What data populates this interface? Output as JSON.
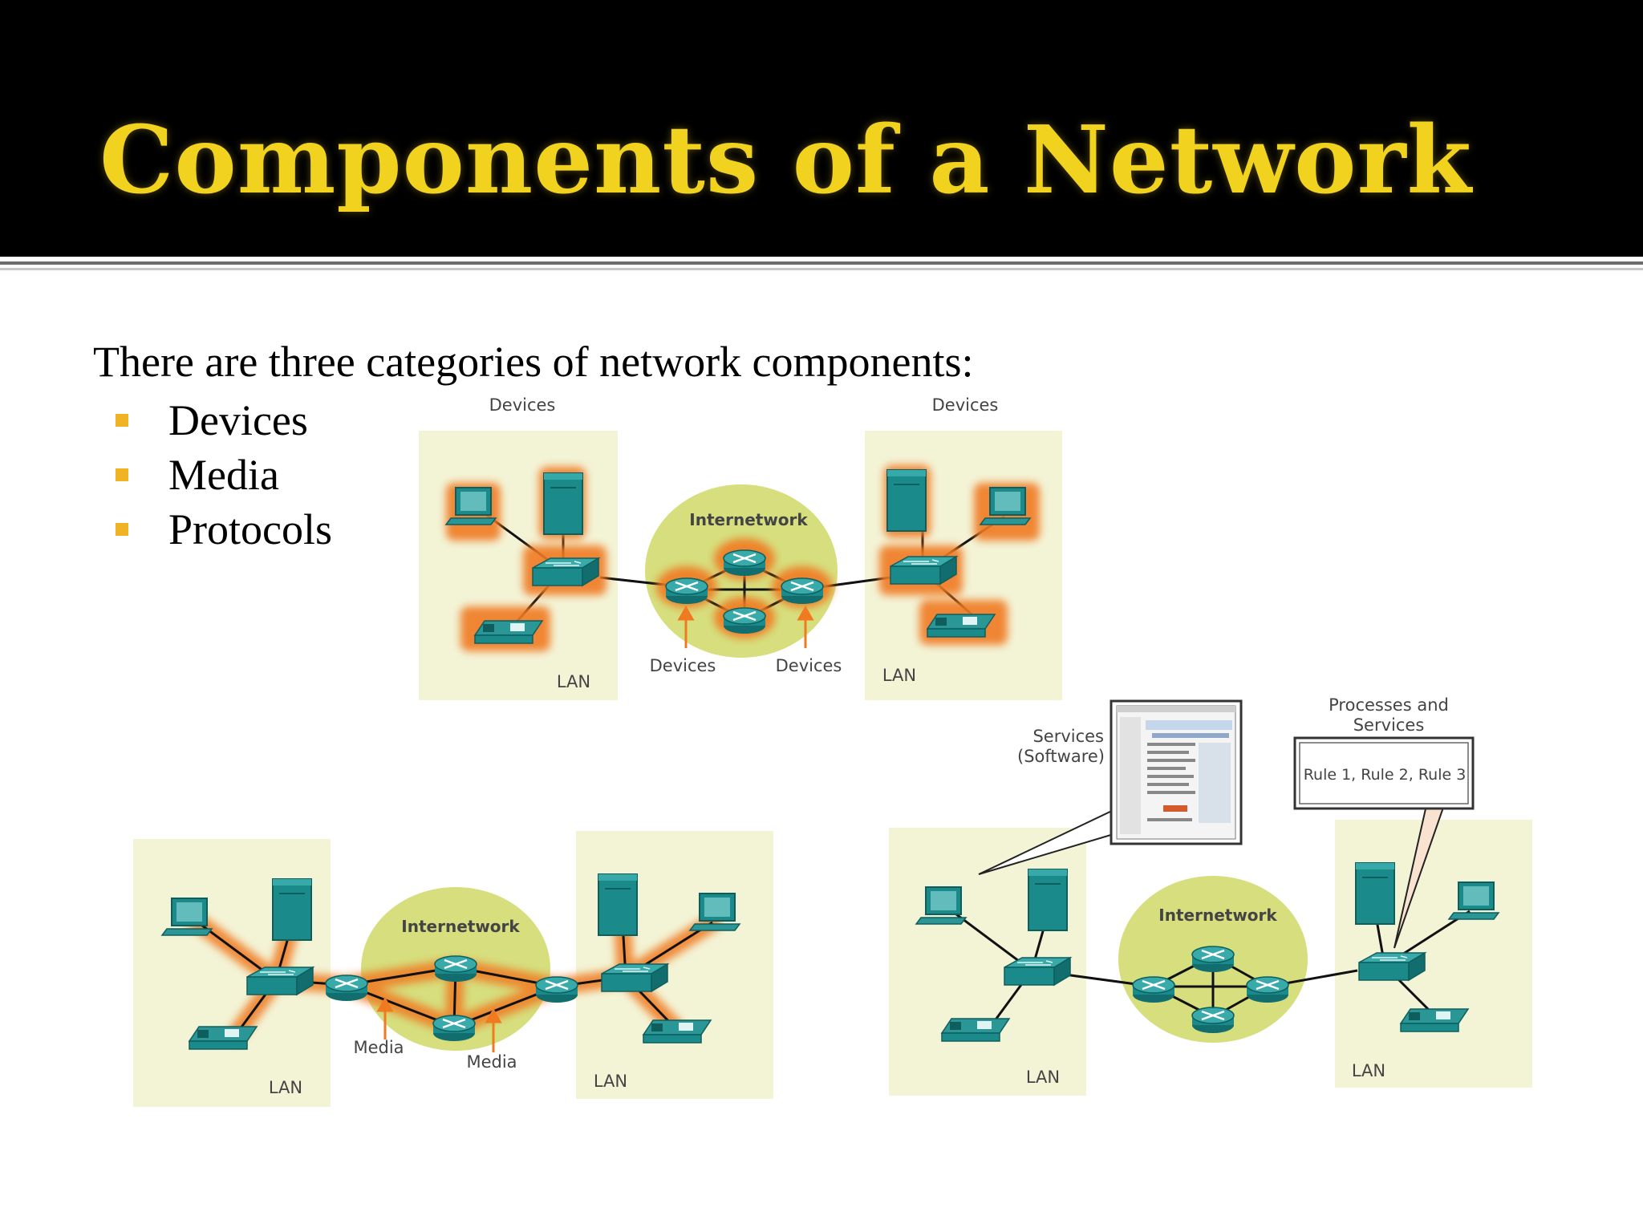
{
  "slide": {
    "title": "Components of a Network",
    "intro": "There are three categories of network components:",
    "bullets": [
      "Devices",
      "Media",
      "Protocols"
    ]
  },
  "diagrams": {
    "devices": {
      "top_left_label": "Devices",
      "top_right_label": "Devices",
      "internetwork_label": "Internetwork",
      "arrow_left_label": "Devices",
      "arrow_right_label": "Devices",
      "lan_left_label": "LAN",
      "lan_right_label": "LAN"
    },
    "media": {
      "internetwork_label": "Internetwork",
      "media_left_label": "Media",
      "media_right_label": "Media",
      "lan_left_label": "LAN",
      "lan_right_label": "LAN"
    },
    "services": {
      "services_label_line1": "Services",
      "services_label_line2": "(Software)",
      "processes_label_line1": "Processes and",
      "processes_label_line2": "Services",
      "rules_text": "Rule 1, Rule 2, Rule 3",
      "internetwork_label": "Internetwork",
      "lan_left_label": "LAN",
      "lan_right_label": "LAN"
    }
  },
  "colors": {
    "title": "#f1d21e",
    "bullet": "#f0b323",
    "lan_panel": "#f3f3d6",
    "internetwork_cloud": "#d6de7e",
    "device_teal": "#1a8a8a",
    "highlight_orange": "#f07a20"
  }
}
